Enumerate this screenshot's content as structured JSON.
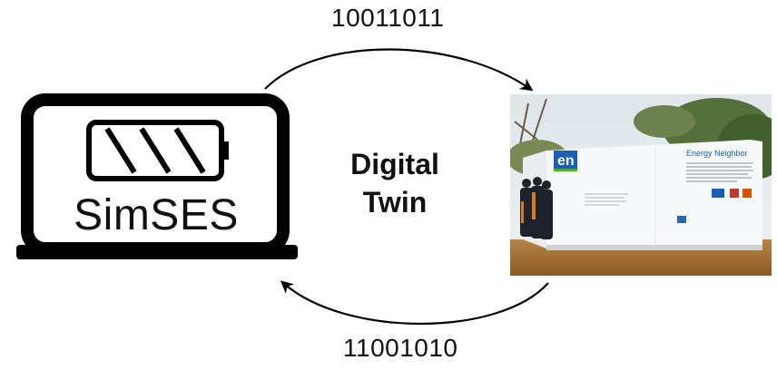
{
  "top_transfer": {
    "bits": "10011011"
  },
  "bottom_transfer": {
    "bits": "11001010"
  },
  "center": {
    "line1": "Digital",
    "line2": "Twin"
  },
  "laptop": {
    "app_name": "SimSES",
    "icon": "battery-icon"
  },
  "photo": {
    "icon": "energy-storage-container-photo",
    "brand_logo": "en",
    "banner_title": "Energy Neighbor"
  },
  "colors": {
    "stroke": "#000000",
    "text": "#111111",
    "logo_blue": "#1a5fb4",
    "logo_green": "#4cae3a"
  }
}
